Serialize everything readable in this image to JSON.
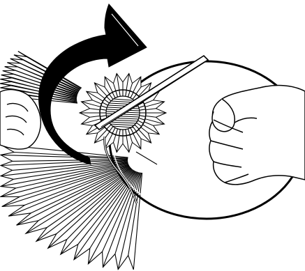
{
  "illustration": {
    "colors": {
      "background": "#ffffff",
      "ink": "#000000"
    },
    "elements": [
      "rotation-arrow",
      "fan-upper-left",
      "fan-lower",
      "rosette-ring",
      "rosette-center",
      "wire-hoop",
      "wire-diagonal",
      "left-hand",
      "right-hand"
    ]
  }
}
